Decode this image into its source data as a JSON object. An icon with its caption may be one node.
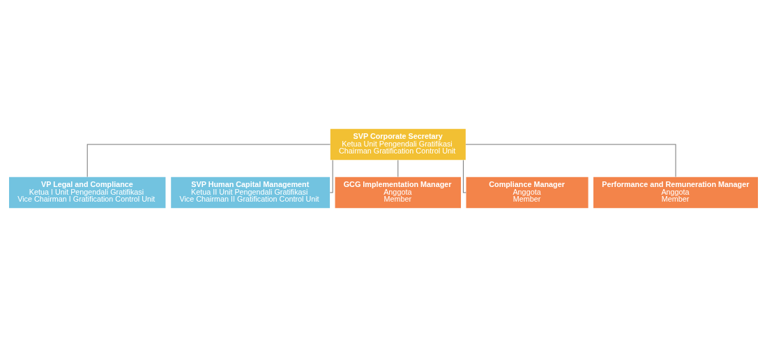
{
  "diagram": {
    "nodes": [
      {
        "text": [
          "SVP Corporate Secretary",
          "Ketua Unit Pengendali Gratifikasi",
          "Chairman Gratification Control Unit"
        ]
      },
      {
        "text": [
          "VP Legal and Compliance",
          "Ketua I Unit Pengendali Gratifikasi",
          "Vice Chairman I Gratification Control Unit"
        ]
      },
      {
        "text": [
          "SVP Human Capital Management",
          "Ketua II Unit Pengendali Gratifikasi",
          "Vice Chairman II Gratification Control Unit"
        ]
      },
      {
        "text": [
          "GCG Implementation Manager",
          "Anggota",
          "Member"
        ]
      },
      {
        "text": [
          "Compliance Manager",
          "Anggota",
          "Member"
        ]
      },
      {
        "text": [
          "Performance and Remuneration Manager",
          "Anggota",
          "Member"
        ]
      }
    ],
    "edges": [
      {
        "from": 0,
        "to": 1,
        "arrow": "none"
      },
      {
        "from": 0,
        "to": 2,
        "arrow": "none"
      },
      {
        "from": 0,
        "to": 3,
        "arrow": "none"
      },
      {
        "from": 0,
        "to": 4,
        "arrow": "none"
      },
      {
        "from": 0,
        "to": 5,
        "arrow": "none"
      }
    ]
  }
}
